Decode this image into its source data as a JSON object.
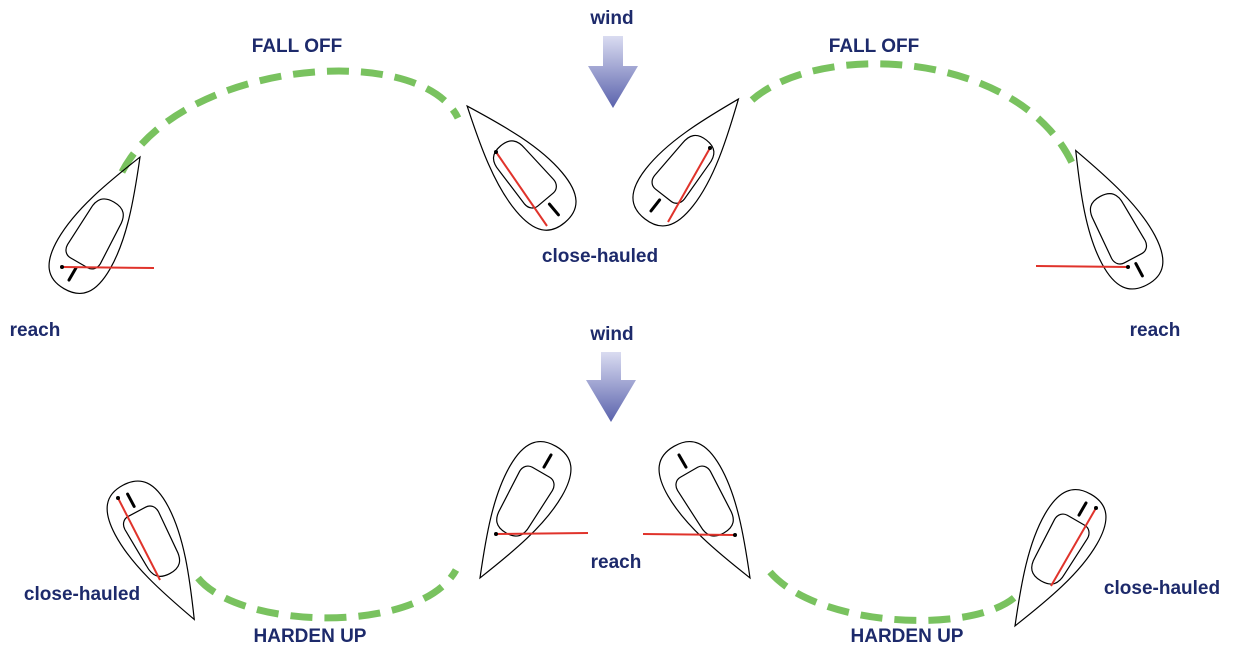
{
  "colors": {
    "background": "#ffffff",
    "text": "#1d2a6b",
    "arc": "#79c25f",
    "hull": "#000000",
    "boom": "#e0332b",
    "arrow_top": "#d9dbf0",
    "arrow_bottom": "#5b63ad"
  },
  "top": {
    "wind_label": "wind",
    "left_arc_label": "FALL OFF",
    "right_arc_label": "FALL OFF",
    "center_label": "close-hauled",
    "left_label": "reach",
    "right_label": "reach"
  },
  "bottom": {
    "wind_label": "wind",
    "left_label": "close-hauled",
    "center_label": "reach",
    "right_label": "close-hauled",
    "left_arc_label": "HARDEN UP",
    "right_arc_label": "HARDEN UP"
  },
  "icons": {
    "wind_arrow": "down-arrow-icon",
    "boat": "dinghy-icon",
    "sail": "boom-line",
    "path": "dashed-arc"
  }
}
